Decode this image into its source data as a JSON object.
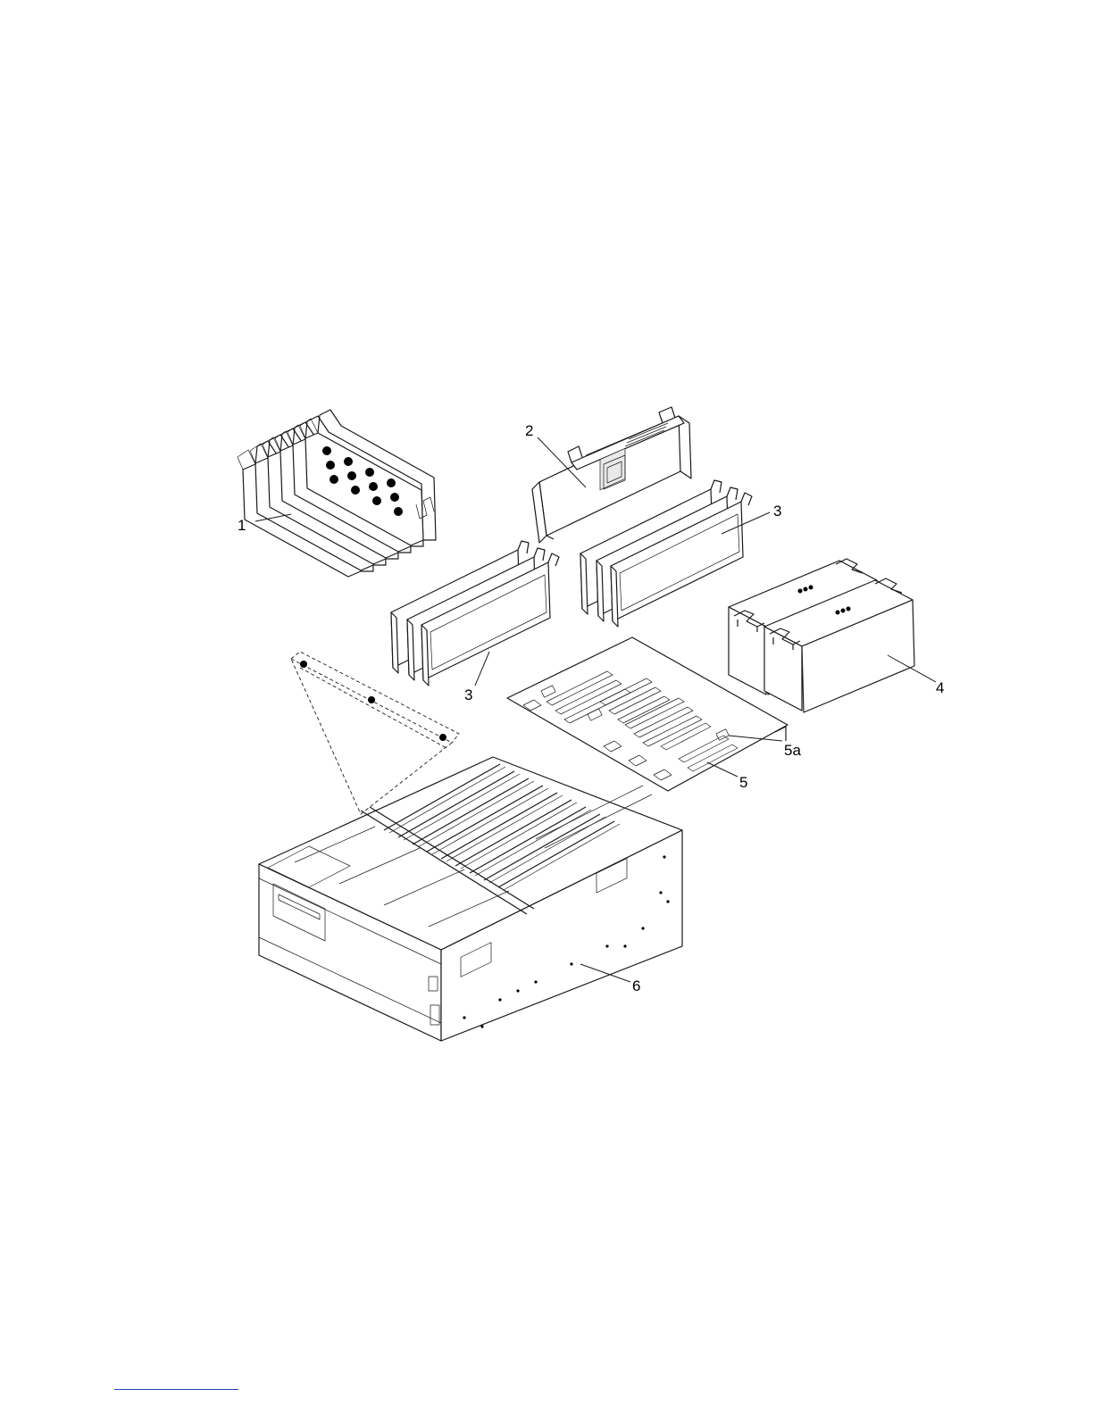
{
  "diagram": {
    "callouts": {
      "c1": "1",
      "c2": "2",
      "c3a": "3",
      "c3b": "3",
      "c4": "4",
      "c5": "5",
      "c5a": "5a",
      "c6": "6"
    }
  },
  "colors": {
    "line": "#1a1a1a",
    "footer_rule": "#2a3fbf"
  }
}
